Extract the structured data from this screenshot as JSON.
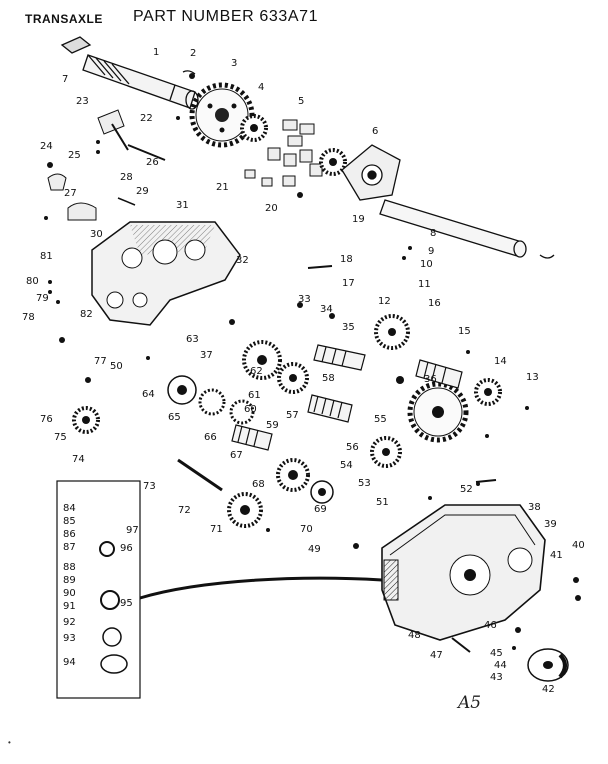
{
  "header": {
    "section": "TRANSAXLE",
    "part_number": "PART NUMBER 633A71"
  },
  "handwritten_mark": "A5",
  "callouts": [
    "1",
    "2",
    "3",
    "4",
    "5",
    "6",
    "7",
    "8",
    "9",
    "10",
    "11",
    "12",
    "13",
    "14",
    "15",
    "16",
    "17",
    "18",
    "19",
    "20",
    "21",
    "22",
    "23",
    "24",
    "25",
    "26",
    "27",
    "28",
    "29",
    "30",
    "31",
    "32",
    "33",
    "34",
    "35",
    "36",
    "37",
    "38",
    "39",
    "40",
    "41",
    "42",
    "43",
    "44",
    "45",
    "46",
    "47",
    "48",
    "49",
    "50",
    "51",
    "52",
    "53",
    "54",
    "55",
    "56",
    "57",
    "58",
    "59",
    "60",
    "61",
    "62",
    "63",
    "64",
    "65",
    "66",
    "67",
    "68",
    "69",
    "70",
    "71",
    "72",
    "73",
    "74",
    "75",
    "76",
    "77",
    "78",
    "79",
    "80",
    "81",
    "82",
    "84",
    "85",
    "86",
    "87",
    "88",
    "89",
    "90",
    "91",
    "92",
    "93",
    "94",
    "95",
    "96",
    "97"
  ]
}
